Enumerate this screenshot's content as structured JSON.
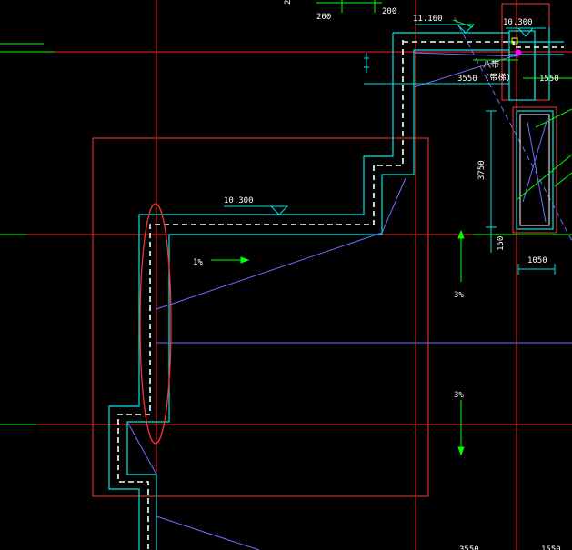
{
  "colors": {
    "background": "#000000",
    "axis_red": "#ff2020",
    "outline_red": "#ff3333",
    "cyan": "#00e5e5",
    "white": "#ffffff",
    "green": "#00ff00",
    "blue": "#7070ff",
    "magenta": "#ff00ff",
    "yellow": "#ffff00"
  },
  "labels": {
    "dim_200_left": "200",
    "dim_200_right": "200",
    "elev_11160": "11.160",
    "elev_10300_top": "10.300",
    "elev_10300_mid": "10.300",
    "dim_3550": "3550",
    "dim_1550": "1550",
    "dim_3750": "3750",
    "dim_150": "150",
    "dim_1050": "1050",
    "slope_1pct": "1%",
    "slope_3pct_a": "3%",
    "slope_3pct_b": "3%",
    "bottom_3550": "3550",
    "bottom_1550": "1550",
    "annot_a": "八带",
    "annot_b": "(带梯)",
    "top_2": "2"
  }
}
